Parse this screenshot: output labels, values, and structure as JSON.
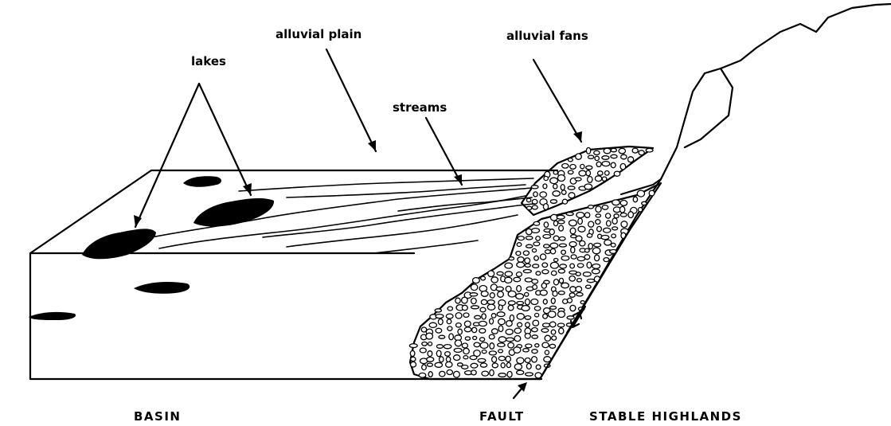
{
  "labels": {
    "lakes": "lakes",
    "alluvial_plain": "alluvial plain",
    "alluvial_fans": "alluvial fans",
    "streams": "streams",
    "basin": "BASIN",
    "fault": "FAULT",
    "stable_highlands": "STABLE HIGHLANDS"
  },
  "colors": {
    "ink": "#000000",
    "paper": "#ffffff"
  }
}
